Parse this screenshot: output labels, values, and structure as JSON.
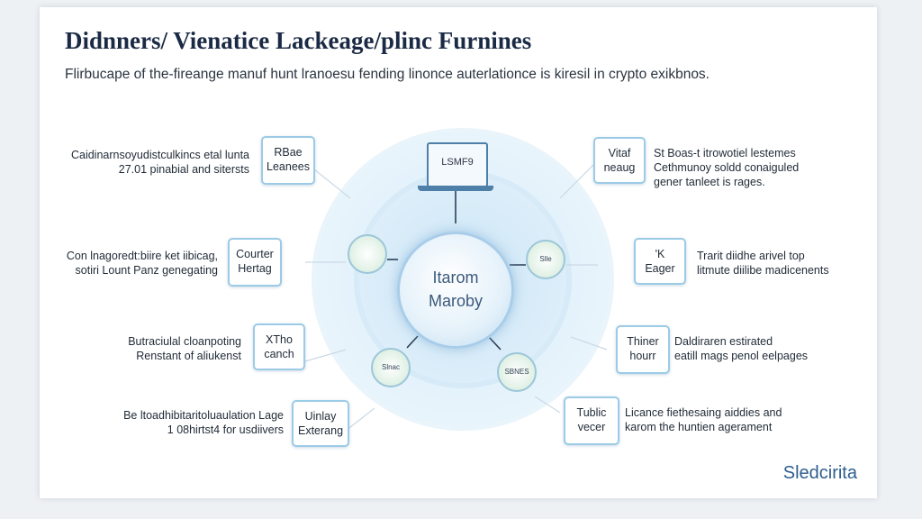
{
  "title": "Didnners/ Vienatice Lackeage/plinc Furnines",
  "subtitle": "Flirbucape of the-fireange manuf hunt lranoesu fending linonce auterlationce is kiresil in crypto exikbnos.",
  "center": {
    "line1": "Itarom",
    "line2": "Maroby"
  },
  "laptop_label": "LSMF9",
  "orbs": [
    "",
    "Slle",
    "Slnac",
    "SBNES"
  ],
  "left_nodes": [
    {
      "box_line1": "RBae",
      "box_line2": "Leanees",
      "label_line1": "Caidinarnsoyudistculkincs etal lunta",
      "label_line2": "27.01 pinabial and sitersts"
    },
    {
      "box_line1": "Courter",
      "box_line2": "Hertag",
      "label_line1": "Con lnagoredt:biire ket iibicag,",
      "label_line2": "sotiri Lount Panz genegating"
    },
    {
      "box_line1": "XTho",
      "box_line2": "canch",
      "label_line1": "Butraciulal cloanpoting",
      "label_line2": "Renstant of aliukenst"
    },
    {
      "box_line1": "Uinlay",
      "box_line2": "Exterang",
      "label_line1": "Be ltoadhibitaritoluaulation Lage",
      "label_line2": "1 08hirtst4 for usdiivers"
    }
  ],
  "right_nodes": [
    {
      "box_line1": "Vitaf",
      "box_line2": "neaug",
      "label_line1": "St Boas-t itrowotiel lestemes",
      "label_line2": "Cethmunoy soldd conaiguled",
      "label_line3": "gener tanleet is rages."
    },
    {
      "box_line1": "'K",
      "box_line2": "Eager",
      "label_line1": "Trarit diidhe arivel top",
      "label_line2": "litmute diilibe madicenents"
    },
    {
      "box_line1": "Thiner",
      "box_line2": "hourr",
      "label_line1": "Daldiraren estirated",
      "label_line2": "eatill mags penol eelpages"
    },
    {
      "box_line1": "Tublic",
      "box_line2": "vecer",
      "label_line1": "Licance fiethesaing aiddies and",
      "label_line2": "karom the huntien agerament"
    }
  ],
  "brand": "Sledcirita",
  "colors": {
    "accent": "#9ccbe6",
    "title": "#1b2a44",
    "brand": "#2d5e8f"
  }
}
